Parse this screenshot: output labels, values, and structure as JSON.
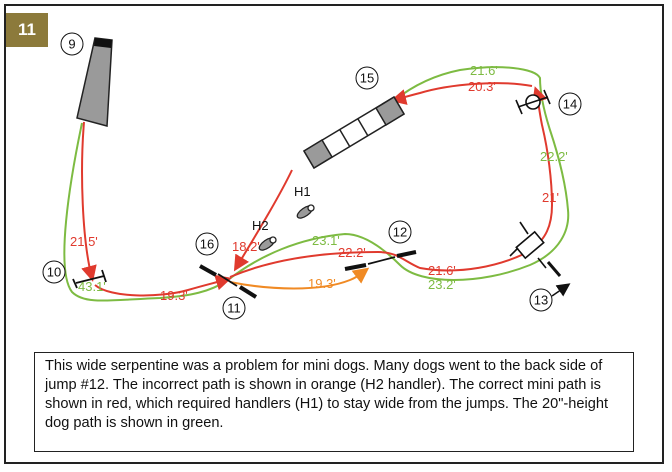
{
  "figure_number": "11",
  "colors": {
    "correct_mini_path": "#e03a2e",
    "incorrect_path": "#f08a24",
    "big_dog_path": "#7dbb42",
    "equipment_gray": "#9a9a9a",
    "badge": "#8c7a3b"
  },
  "obstacles": {
    "o9": "9",
    "o10": "10",
    "o11": "11",
    "o12": "12",
    "o13": "13",
    "o14": "14",
    "o15": "15",
    "o16": "16"
  },
  "handlers": {
    "h1": "H1",
    "h2": "H2"
  },
  "distances": {
    "red_9_10": "21.5'",
    "green_10": "43.1'",
    "red_10_11": "19.3'",
    "orange_11_12": "19.3'",
    "red_16_12": "22.2'",
    "green_16_12": "23.1'",
    "red_12_13": "21.6'",
    "green_12_13": "23.2'",
    "red_13_14": "21'",
    "green_13_14": "22.2'",
    "red_14_15": "20.3'",
    "green_14_15": "21.6'",
    "red_15_16": "18.2'"
  },
  "caption": "This wide serpentine was a problem for mini dogs. Many dogs went to the back side of jump #12. The incorrect path is shown in orange (H2 handler). The correct mini path is shown in red, which required handlers (H1) to stay wide from the  jumps. The 20\"-height dog path is shown in green."
}
